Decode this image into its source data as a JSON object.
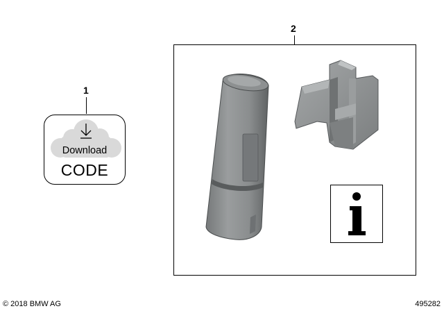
{
  "callouts": {
    "item_1": "1",
    "item_2": "2"
  },
  "download_badge": {
    "line1": "Download",
    "line2": "CODE",
    "icon": "cloud-download-icon",
    "cloud_color": "#d9d9d9"
  },
  "parts": {
    "pin_icon": "cylindrical-pin-part",
    "clip_icon": "retaining-clip-part",
    "part_color": "#8c8f90"
  },
  "info_symbol": {
    "glyph": "i",
    "icon": "information-icon"
  },
  "footer": {
    "copyright": "© 2018 BMW AG",
    "diagram_number": "495282"
  }
}
